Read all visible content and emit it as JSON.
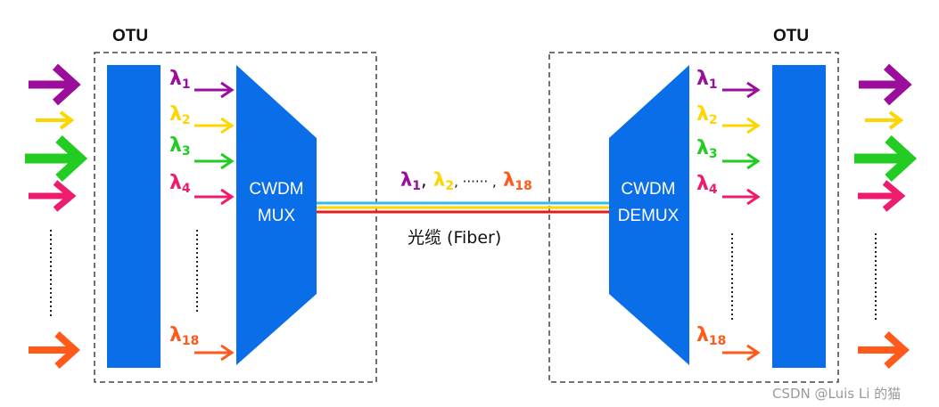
{
  "left_otu": {
    "label": "OTU"
  },
  "right_otu": {
    "label": "OTU"
  },
  "mux": {
    "line1": "CWDM",
    "line2": "MUX"
  },
  "demux": {
    "line1": "CWDM",
    "line2": "DEMUX"
  },
  "wavelengths": [
    {
      "symbol": "λ",
      "sub": "1",
      "color": "#9b0e9b"
    },
    {
      "symbol": "λ",
      "sub": "2",
      "color": "#ffd500"
    },
    {
      "symbol": "λ",
      "sub": "3",
      "color": "#22cc22"
    },
    {
      "symbol": "λ",
      "sub": "4",
      "color": "#ee1c6e"
    },
    {
      "symbol": "λ",
      "sub": "18",
      "color": "#ff5a1a"
    }
  ],
  "fiber": {
    "top_label": {
      "l1": "λ",
      "s1": "1",
      "comma1": ",",
      "l2": "λ",
      "s2": "2",
      "ellipsis": ", ······ ,",
      "l3": "λ",
      "s3": "18"
    },
    "label": "光缆 (Fiber)",
    "line_colors": [
      "#33bbee",
      "#ffd500",
      "#e01e1e"
    ]
  },
  "colors": {
    "otu_block": "#0a6ee8",
    "mux_block": "#0a6ee8",
    "dashed_border": "#444444"
  },
  "watermark": "CSDN @Luis Li 的猫"
}
